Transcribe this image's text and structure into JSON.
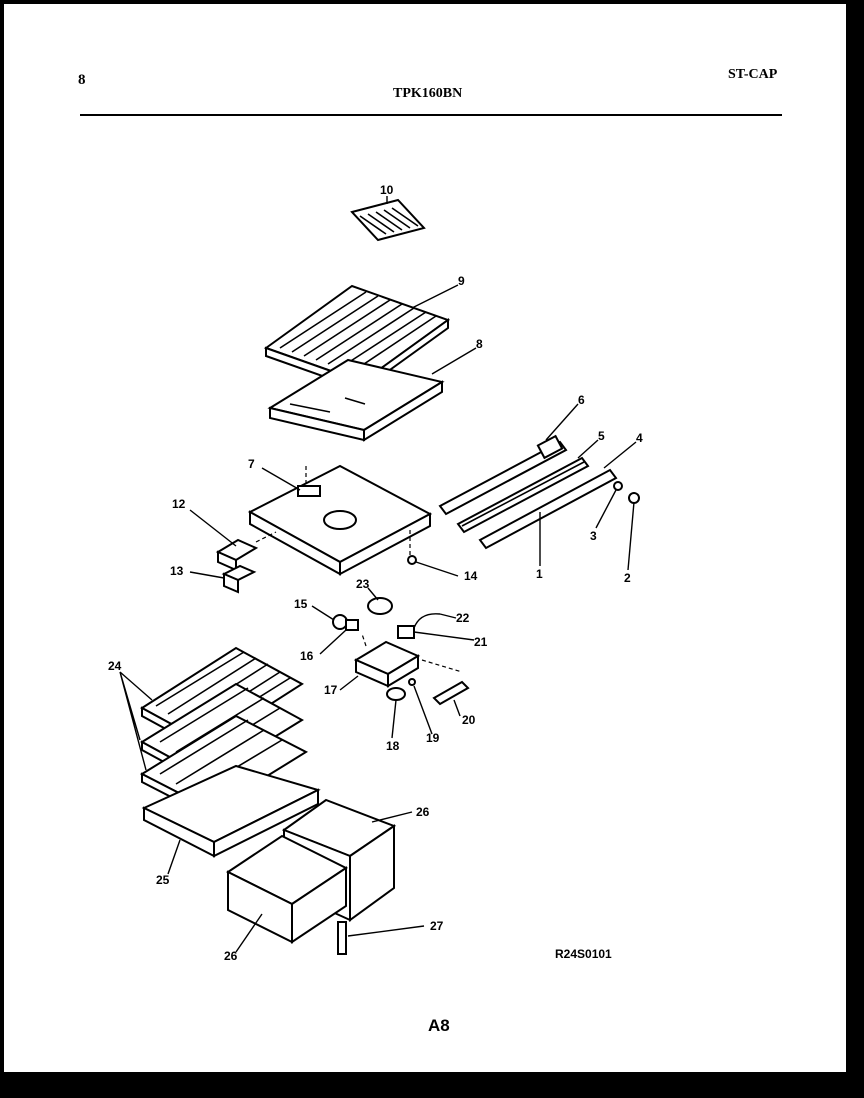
{
  "header": {
    "page_number": "8",
    "model": "TPK160BN",
    "code": "ST-CAP"
  },
  "footer": {
    "drawing_id": "R24S0101",
    "page_label": "A8"
  },
  "callouts": {
    "c1": "1",
    "c2": "2",
    "c3": "3",
    "c4": "4",
    "c5": "5",
    "c6": "6",
    "c7": "7",
    "c8": "8",
    "c9": "9",
    "c10": "10",
    "c12": "12",
    "c13": "13",
    "c14": "14",
    "c15": "15",
    "c16": "16",
    "c17": "17",
    "c18": "18",
    "c19": "19",
    "c20": "20",
    "c21": "21",
    "c22": "22",
    "c23": "23",
    "c24": "24",
    "c25": "25",
    "c26a": "26",
    "c26b": "26",
    "c27": "27"
  }
}
